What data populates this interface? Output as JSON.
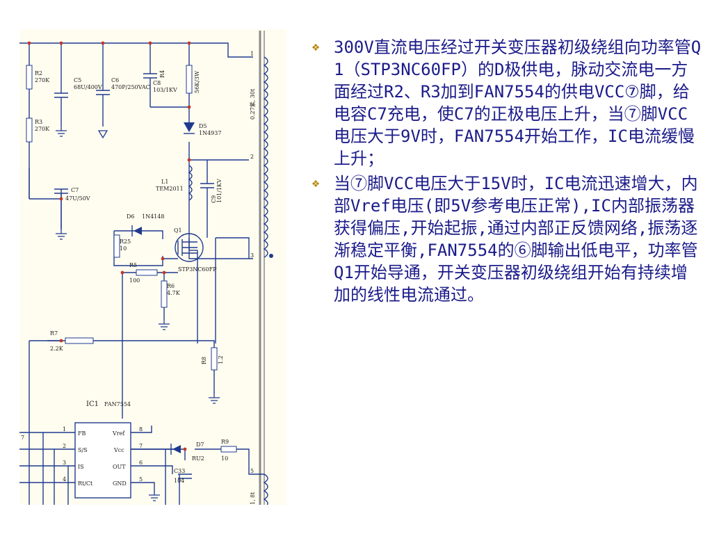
{
  "bullets": [
    {
      "icon": "diamond-bullet-icon",
      "text": "300V直流电压经过开关变压器初级绕组向功率管Q1（STP3NC60FP）的D极供电，脉动交流电一方面经过R2、R3加到FAN7554的供电VCC⑦脚，给电容C7充电，使C7的正极电压上升，当⑦脚VCC电压大于9V时，FAN7554开始工作，IC电流缓慢上升；"
    },
    {
      "icon": "diamond-bullet-icon",
      "text": "当⑦脚VCC电压大于15V时，IC电流迅速增大，内部Vref电压(即5V参考电压正常),IC内部振荡器获得偏压,开始起振,通过内部正反馈网络,振荡逐渐稳定平衡,FAN7554的⑥脚输出低电平，功率管Q1开始导通，开关变压器初级绕组开始有持续增加的线性电流通过。"
    }
  ],
  "schematic": {
    "components": {
      "r2": {
        "ref": "R2",
        "value": "270K"
      },
      "r3": {
        "ref": "R3",
        "value": "270K"
      },
      "c5": {
        "ref": "C5",
        "value": "68U/400V"
      },
      "c6": {
        "ref": "C6",
        "value": "470P/250VAC"
      },
      "c8": {
        "ref": "C8",
        "value": "103/1KV"
      },
      "r4": {
        "ref": "R4",
        "value": "56K/3W"
      },
      "d5": {
        "ref": "D5",
        "value": "1N4937"
      },
      "l1": {
        "ref": "L1",
        "value": "TEM2011"
      },
      "c9": {
        "ref": "C9",
        "value": "101/1KV"
      },
      "c7": {
        "ref": "C7",
        "value": "47U/50V"
      },
      "d6": {
        "ref": "D6",
        "value": "1N4148"
      },
      "r25": {
        "ref": "R25",
        "value": "10"
      },
      "r5": {
        "ref": "R5",
        "value": "100"
      },
      "r6": {
        "ref": "R6",
        "value": "4.7K"
      },
      "q1": {
        "ref": "Q1",
        "value": "STP3NC60FP"
      },
      "r7": {
        "ref": "R7",
        "value": "2.2K"
      },
      "r8": {
        "ref": "R8",
        "value": "1.2"
      },
      "d7": {
        "ref": "D7",
        "value": "RU2"
      },
      "r9": {
        "ref": "R9",
        "value": "10"
      },
      "c33": {
        "ref": "C33",
        "value": "104"
      }
    },
    "transformer": {
      "winding_top": "0.27紫, 30t",
      "winding_bottom": "1, 8t",
      "pins": [
        "1",
        "2",
        "3",
        "5"
      ]
    },
    "ic": {
      "ref": "IC1",
      "part": "FAN7554",
      "left_pins": [
        {
          "num": "1",
          "name": "FB"
        },
        {
          "num": "2",
          "name": "S/S"
        },
        {
          "num": "3",
          "name": "IS"
        },
        {
          "num": "4",
          "name": "Rt/Ct"
        }
      ],
      "right_pins": [
        {
          "num": "8",
          "name": "Vref"
        },
        {
          "num": "7",
          "name": "Vcc"
        },
        {
          "num": "6",
          "name": "OUT"
        },
        {
          "num": "5",
          "name": "GND"
        }
      ]
    },
    "edge_mark": "7"
  }
}
